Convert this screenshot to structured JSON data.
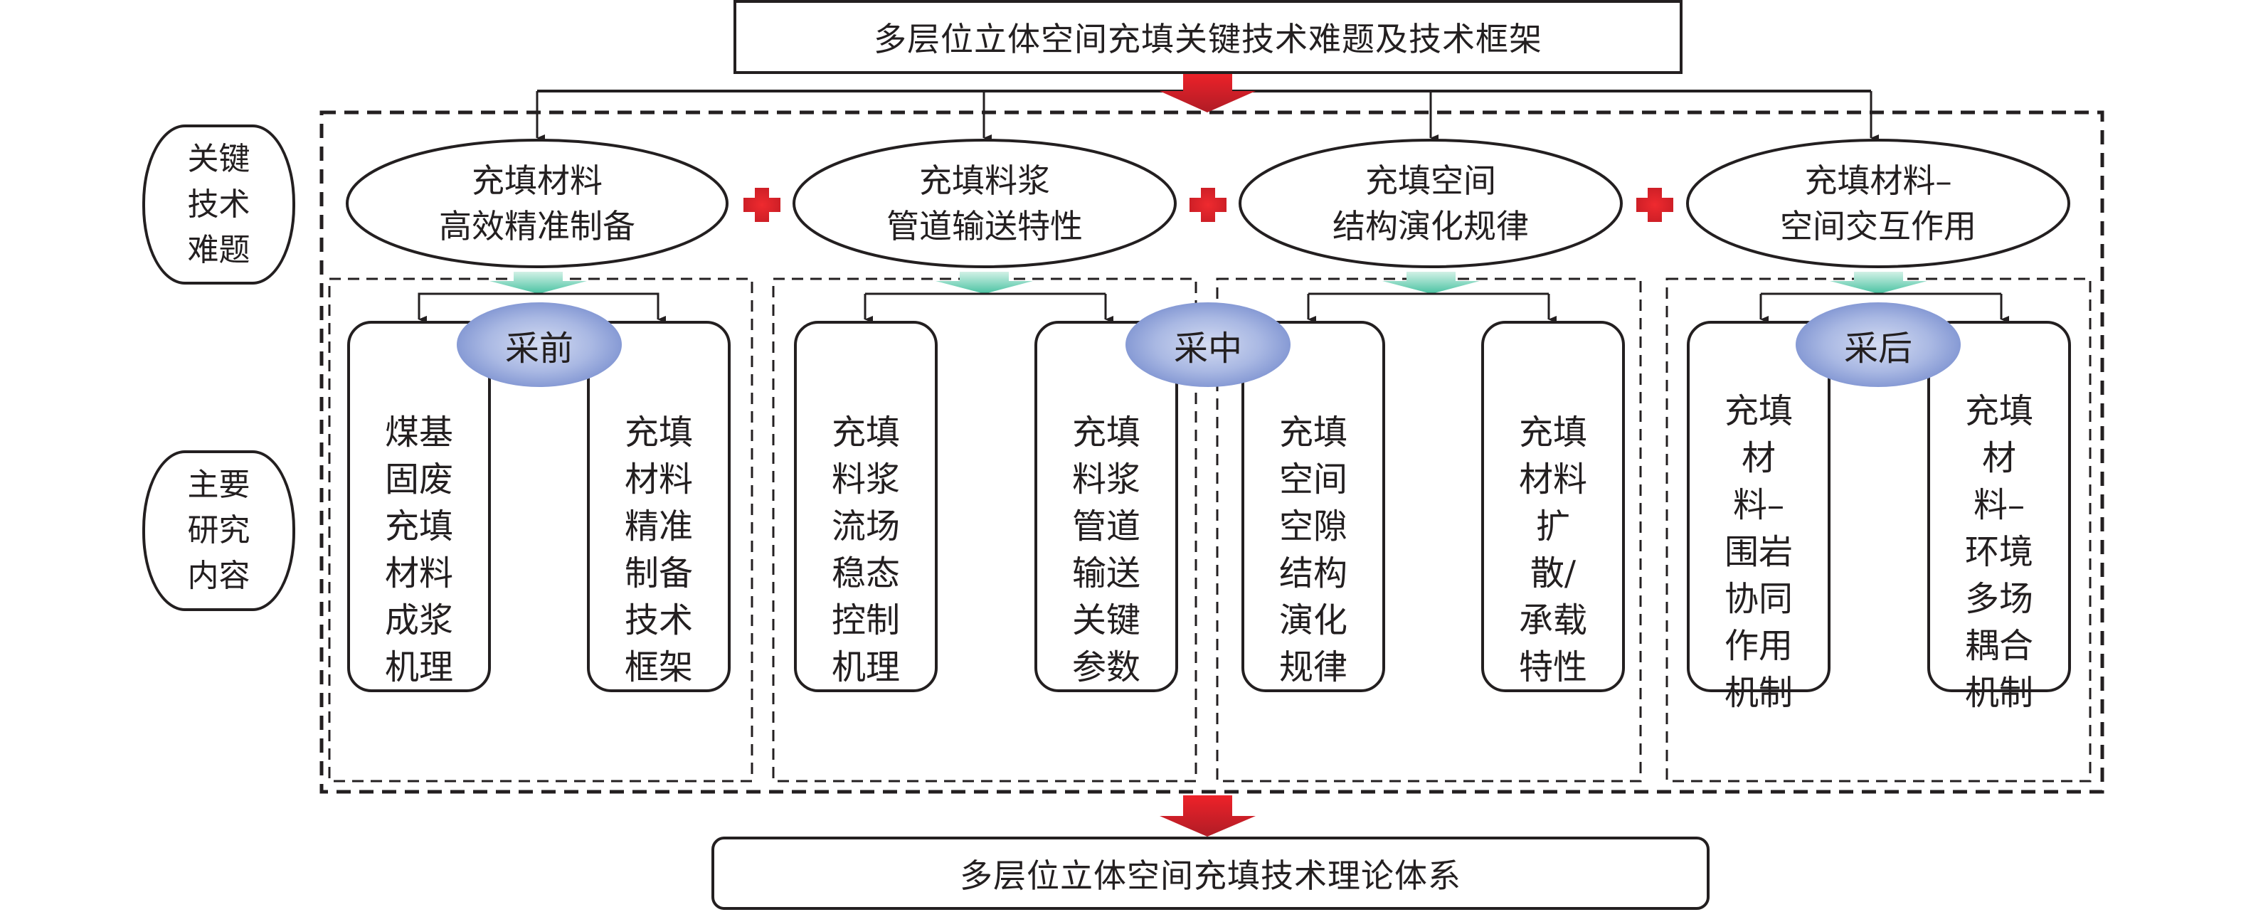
{
  "title": "多层位立体空间充填关键技术难题及技术框架",
  "result": "多层位立体空间充填技术理论体系",
  "row_labels": {
    "key_problems": "关键技术难题",
    "research_content": "主要研究内容"
  },
  "key_problems": [
    {
      "line1": "充填材料",
      "line2": "高效精准制备"
    },
    {
      "line1": "充填料浆",
      "line2": "管道输送特性"
    },
    {
      "line1": "充填空间",
      "line2": "结构演化规律"
    },
    {
      "line1": "充填材料–",
      "line2": "空间交互作用"
    }
  ],
  "connector_symbol": "plus",
  "phases": [
    "采前",
    "采中",
    "采后"
  ],
  "research_items": [
    "煤基固废充填材料成浆机理",
    "充填材料精准制备技术框架",
    "充填料浆流场稳态控制机理",
    "充填料浆管道输送关键参数",
    "充填空间空隙结构演化规律",
    "充填材料扩散/承载特性",
    "充填材料–围岩协同作用机制",
    "充填材料–环境多场耦合机制"
  ],
  "colors": {
    "line": "#231f20",
    "red_arrow_top": "#ee2229",
    "red_arrow_bottom": "#b01c26",
    "plus": "#e52329",
    "teal_arrow_top": "#d2f1e6",
    "teal_arrow_bottom": "#48c2a1",
    "phase_oval_center": "#d4dcf2",
    "phase_oval_edge": "#5f78c4"
  }
}
